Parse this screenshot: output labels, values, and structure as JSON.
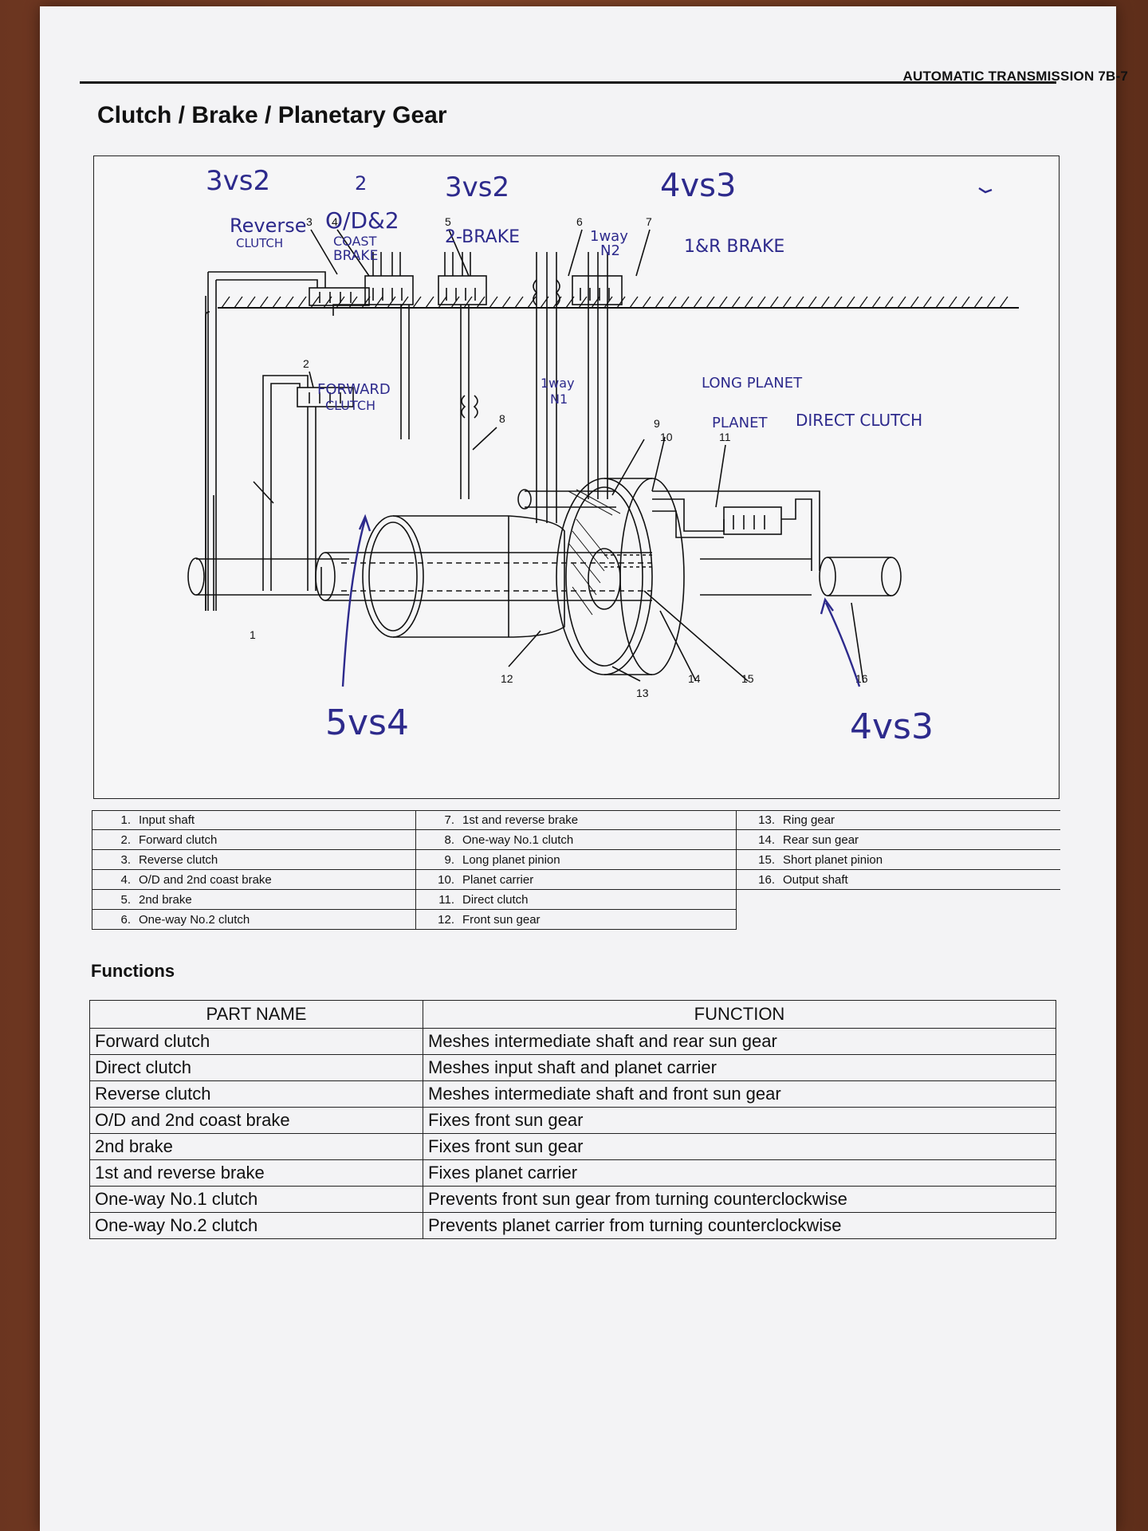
{
  "header": {
    "running_head": "AUTOMATIC TRANSMISSION 7B-7",
    "title": "Clutch / Brake / Planetary Gear"
  },
  "figure": {
    "callouts": [
      "1",
      "2",
      "3",
      "4",
      "5",
      "6",
      "7",
      "8",
      "9",
      "10",
      "11",
      "12",
      "13",
      "14",
      "15",
      "16"
    ],
    "handwritten": {
      "top_left": "3vs2",
      "top_2": "2",
      "top_mid": "3vs2",
      "top_right": "4vs3",
      "reverse": "Reverse",
      "clutch": "CLUTCH",
      "od": "O/D&2",
      "coast": "COAST",
      "brake": "BRAKE",
      "two_brake": "2-BRAKE",
      "oneway_n2_a": "1way",
      "oneway_n2_b": "N2",
      "one_r_brake": "1&R BRAKE",
      "forward_a": "FORWARD",
      "forward_b": "CLUTCH",
      "oneway_n1_a": "1way",
      "oneway_n1_b": "N1",
      "long_planet": "LONG PLANET",
      "planet": "PLANET",
      "direct_clutch": "DIRECT CLUTCH",
      "bottom_left": "5vs4",
      "bottom_right": "4vs3"
    }
  },
  "legend": {
    "col1": [
      {
        "n": "1.",
        "label": "Input shaft"
      },
      {
        "n": "2.",
        "label": "Forward clutch"
      },
      {
        "n": "3.",
        "label": "Reverse clutch"
      },
      {
        "n": "4.",
        "label": "O/D and 2nd coast brake"
      },
      {
        "n": "5.",
        "label": "2nd brake"
      },
      {
        "n": "6.",
        "label": "One-way No.2 clutch"
      }
    ],
    "col2": [
      {
        "n": "7.",
        "label": "1st and reverse brake"
      },
      {
        "n": "8.",
        "label": "One-way No.1 clutch"
      },
      {
        "n": "9.",
        "label": "Long planet pinion"
      },
      {
        "n": "10.",
        "label": "Planet carrier"
      },
      {
        "n": "11.",
        "label": "Direct clutch"
      },
      {
        "n": "12.",
        "label": "Front sun gear"
      }
    ],
    "col3": [
      {
        "n": "13.",
        "label": "Ring gear"
      },
      {
        "n": "14.",
        "label": "Rear sun gear"
      },
      {
        "n": "15.",
        "label": "Short planet pinion"
      },
      {
        "n": "16.",
        "label": "Output shaft"
      }
    ]
  },
  "functions": {
    "heading": "Functions",
    "col_part": "PART NAME",
    "col_function": "FUNCTION",
    "rows": [
      {
        "part": "Forward clutch",
        "function": "Meshes intermediate shaft and rear sun gear"
      },
      {
        "part": "Direct clutch",
        "function": "Meshes input shaft and planet carrier"
      },
      {
        "part": "Reverse clutch",
        "function": "Meshes intermediate shaft and front sun gear"
      },
      {
        "part": "O/D and 2nd coast brake",
        "function": "Fixes front sun gear"
      },
      {
        "part": "2nd brake",
        "function": "Fixes front sun gear"
      },
      {
        "part": "1st and reverse brake",
        "function": "Fixes planet carrier"
      },
      {
        "part": "One-way No.1 clutch",
        "function": "Prevents front sun gear from turning counterclockwise"
      },
      {
        "part": "One-way No.2 clutch",
        "function": "Prevents planet carrier from turning counterclockwise"
      }
    ]
  }
}
